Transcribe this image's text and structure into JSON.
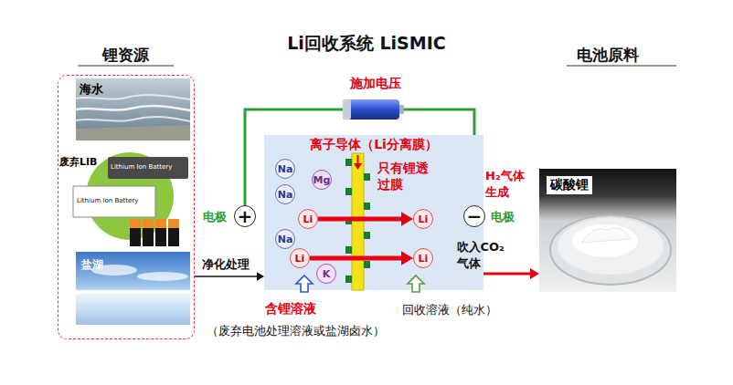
{
  "diagram": {
    "title": "Li回收系统 LiSMIC",
    "nodes": [
      {
        "text": [
          "锂资源"
        ]
      },
      {
        "text": [
          "海水"
        ],
        "in": 0
      },
      {
        "text": [
          "废弃LIB"
        ],
        "in": 0
      },
      {
        "text": [
          "盐湖"
        ],
        "in": 0
      },
      {
        "text": [
          "+"
        ]
      },
      {
        "text": [
          "离子导体（Li分离膜）"
        ]
      },
      {
        "text": [
          "Na"
        ],
        "in": 5
      },
      {
        "text": [
          "Na"
        ],
        "in": 5
      },
      {
        "text": [
          "Mg"
        ],
        "in": 5
      },
      {
        "text": [
          "Li"
        ],
        "in": 5
      },
      {
        "text": [
          "Li"
        ],
        "in": 5
      },
      {
        "text": [
          "Na"
        ],
        "in": 5
      },
      {
        "text": [
          "Li"
        ],
        "in": 5
      },
      {
        "text": [
          "K"
        ],
        "in": 5
      },
      {
        "text": [
          "Li"
        ],
        "in": 5
      },
      {
        "text": [
          "−"
        ]
      },
      {
        "text": [
          "电池原料",
          "碳酸锂"
        ]
      }
    ],
    "edges": [
      {
        "from": 0,
        "to": 5,
        "arrow": "to",
        "label": "净化处理"
      },
      {
        "from": 9,
        "to": 10,
        "arrow": "to"
      },
      {
        "from": 12,
        "to": 14,
        "arrow": "to"
      },
      {
        "from": 5,
        "to": 16,
        "arrow": "to",
        "label": "吹入CO₂气体"
      }
    ],
    "labels": [
      "施加电压",
      "只有锂透过膜",
      "H₂气体生成",
      "电极",
      "电极",
      "含锂溶液",
      "回收溶液（纯水）",
      "（废弃电池处理溶液或盐湖卤水）",
      "Lithium Ion Battery",
      "Lithium Ion Battery"
    ]
  }
}
